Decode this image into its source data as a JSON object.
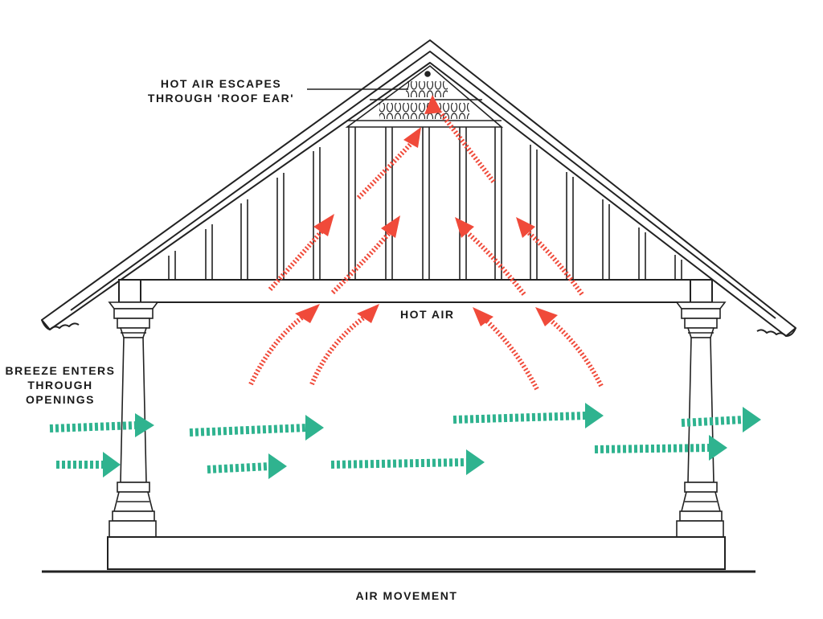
{
  "labels": {
    "roof_ear_line1": "HOT AIR ESCAPES",
    "roof_ear_line2": "THROUGH 'ROOF EAR'",
    "hot_air": "HOT AIR",
    "breeze_line1": "BREEZE ENTERS",
    "breeze_line2": "THROUGH",
    "breeze_line3": "OPENINGS",
    "footer": "AIR MOVEMENT"
  },
  "colors": {
    "hot_air_arrow": "#f04a3a",
    "breeze_arrow": "#2fb38f",
    "line": "#222222"
  }
}
